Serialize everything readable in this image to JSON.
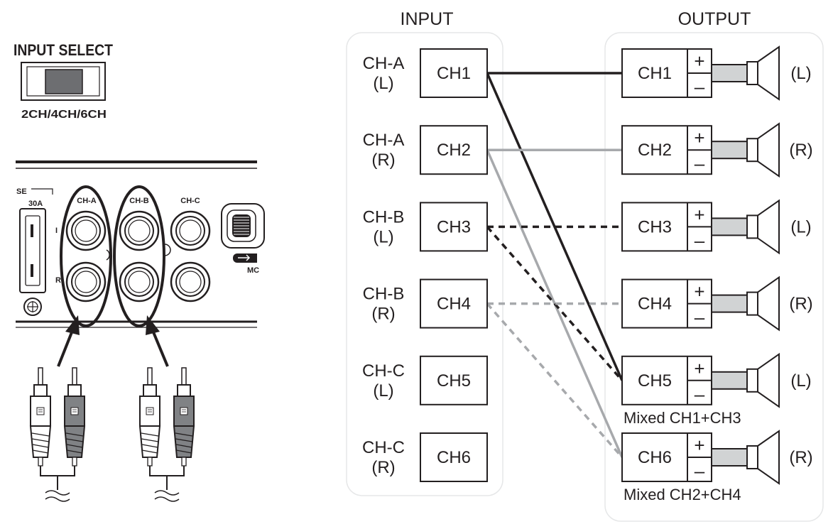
{
  "switch_panel": {
    "title": "INPUT SELECT",
    "caption": "2CH/4CH/6CH"
  },
  "amp_panel": {
    "fuse_label": "SE",
    "fuse_rating": "30A",
    "jack_labels": [
      "CH-A",
      "CH-B",
      "CH-C"
    ],
    "row_labels": [
      "I",
      "R"
    ],
    "mode_label": "MC"
  },
  "headers": {
    "input": "INPUT",
    "output": "OUTPUT"
  },
  "inputs": [
    {
      "group": "CH-A",
      "side": "(L)",
      "box": "CH1"
    },
    {
      "group": "CH-A",
      "side": "(R)",
      "box": "CH2"
    },
    {
      "group": "CH-B",
      "side": "(L)",
      "box": "CH3"
    },
    {
      "group": "CH-B",
      "side": "(R)",
      "box": "CH4"
    },
    {
      "group": "CH-C",
      "side": "(L)",
      "box": "CH5"
    },
    {
      "group": "CH-C",
      "side": "(R)",
      "box": "CH6"
    }
  ],
  "outputs": [
    {
      "box": "CH1",
      "side": "(L)",
      "plus": "+",
      "minus": "–",
      "note": ""
    },
    {
      "box": "CH2",
      "side": "(R)",
      "plus": "+",
      "minus": "–",
      "note": ""
    },
    {
      "box": "CH3",
      "side": "(L)",
      "plus": "+",
      "minus": "–",
      "note": ""
    },
    {
      "box": "CH4",
      "side": "(R)",
      "plus": "+",
      "minus": "–",
      "note": ""
    },
    {
      "box": "CH5",
      "side": "(L)",
      "plus": "+",
      "minus": "–",
      "note": "Mixed CH1+CH3"
    },
    {
      "box": "CH6",
      "side": "(R)",
      "plus": "+",
      "minus": "–",
      "note": "Mixed CH2+CH4"
    }
  ],
  "connections": [
    {
      "from": "CH1",
      "to": "CH1",
      "color": "#231f20",
      "style": "solid"
    },
    {
      "from": "CH1",
      "to": "CH5",
      "color": "#231f20",
      "style": "solid"
    },
    {
      "from": "CH2",
      "to": "CH2",
      "color": "#a7a9ac",
      "style": "solid"
    },
    {
      "from": "CH2",
      "to": "CH6",
      "color": "#a7a9ac",
      "style": "solid"
    },
    {
      "from": "CH3",
      "to": "CH3",
      "color": "#231f20",
      "style": "dashed"
    },
    {
      "from": "CH3",
      "to": "CH5",
      "color": "#231f20",
      "style": "dashed"
    },
    {
      "from": "CH4",
      "to": "CH4",
      "color": "#a7a9ac",
      "style": "dashed"
    },
    {
      "from": "CH4",
      "to": "CH6",
      "color": "#a7a9ac",
      "style": "dashed"
    }
  ],
  "colors": {
    "ink": "#231f20",
    "gray_wire": "#a7a9ac",
    "speaker_fill": "#d1d3d4",
    "switch_fill": "#6d6e71",
    "plug_dark": "#808285"
  }
}
